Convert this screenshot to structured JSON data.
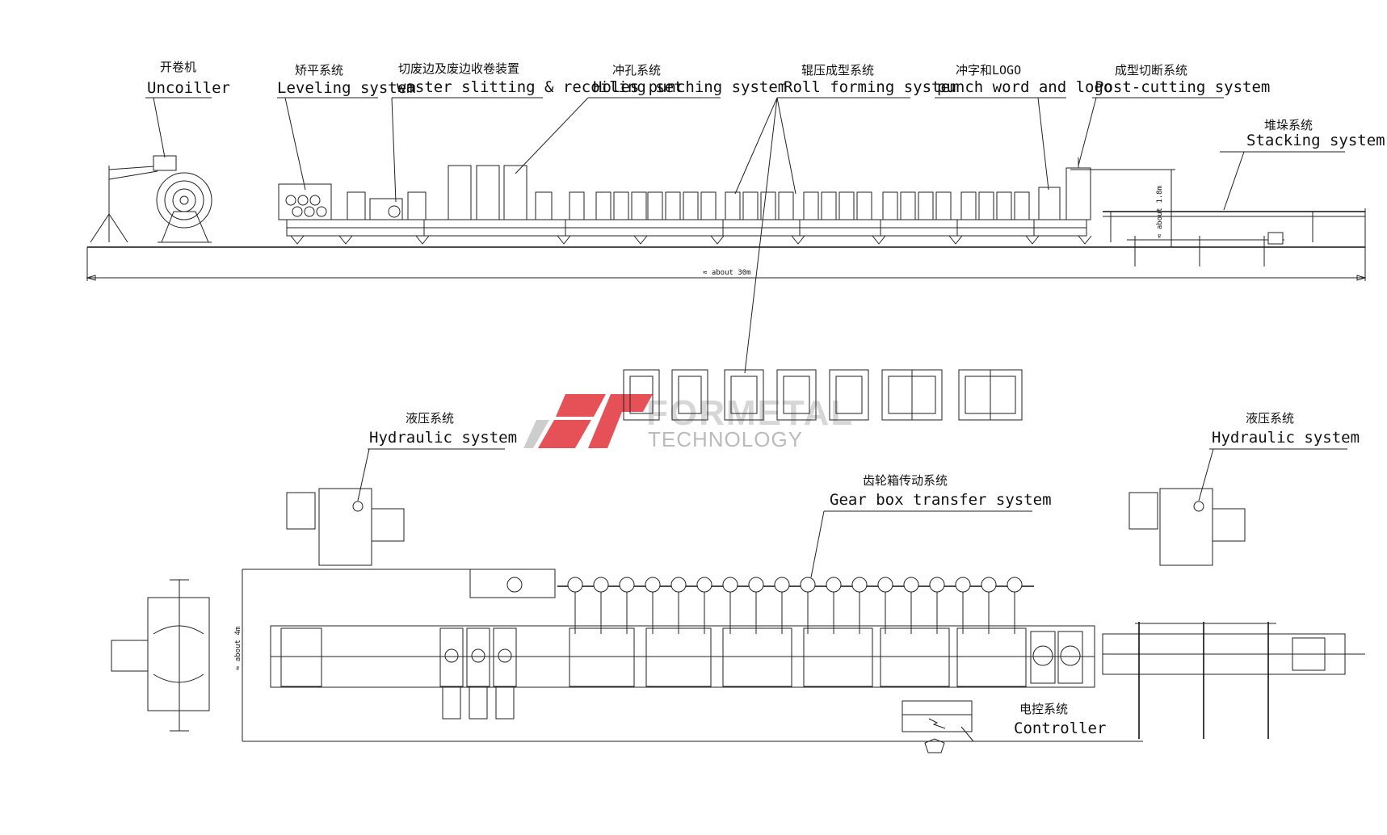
{
  "labels": {
    "uncoiller": {
      "cn": "开卷机",
      "en": "Uncoiller"
    },
    "leveling": {
      "cn": "矫平系统",
      "en": "Leveling system"
    },
    "slitting": {
      "cn": "切废边及废边收卷装置",
      "en": "waster slitting & recoiling set"
    },
    "punching": {
      "cn": "冲孔系统",
      "en": "Holes punching system"
    },
    "rollforming": {
      "cn": "辊压成型系统",
      "en": "Roll forming system"
    },
    "logo": {
      "cn": "冲字和LOGO",
      "en": "punch word and logo"
    },
    "postcut": {
      "cn": "成型切断系统",
      "en": "Post-cutting system"
    },
    "stacking": {
      "cn": "堆垛系统",
      "en": "Stacking system"
    },
    "hydraulic_left": {
      "cn": "液压系统",
      "en": "Hydraulic system"
    },
    "hydraulic_right": {
      "cn": "液压系统",
      "en": "Hydraulic system"
    },
    "gearbox": {
      "cn": "齿轮箱传动系统",
      "en": "Gear box transfer system"
    },
    "controller": {
      "cn": "电控系统",
      "en": "Controller"
    }
  },
  "dimensions": {
    "length": "≈ about 30m",
    "height": "≈ about 1.8m",
    "width": "≈ about 4m"
  },
  "watermark": {
    "brand": "FORMETAL",
    "sub": "TECHNOLOGY",
    "colors": {
      "red": "#e2323b",
      "gray": "#b8b8b8"
    }
  }
}
